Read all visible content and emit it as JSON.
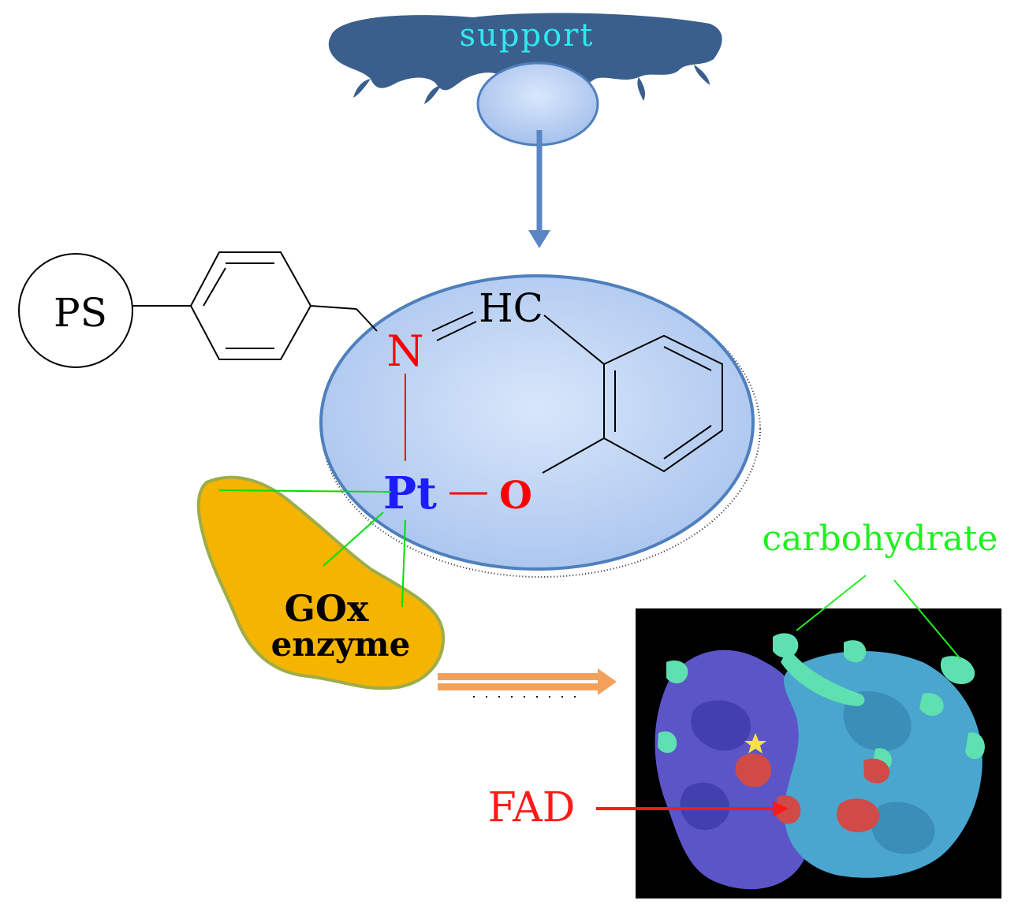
{
  "labels": {
    "support": "support",
    "ps": "PS",
    "hc": "HC",
    "n": "N",
    "pt": "Pt",
    "o": "O",
    "gox_line1": "GOx",
    "gox_line2": "enzyme",
    "carbohydrate": "carbohydrate",
    "fad": "FAD"
  },
  "colors": {
    "support_cloud": "#3b5f8c",
    "support_text": "#2ee8f0",
    "ellipse_fill": "#b9d0f3",
    "ellipse_stroke": "#4f7fbd",
    "arrow_blue": "#5b86c4",
    "n_label": "#ff0000",
    "pt_label": "#1c1cff",
    "o_label": "#ff0000",
    "pt_n_bond": "#ff0000",
    "coordination_lines": "#00e000",
    "enzyme_fill": "#f4b400",
    "enzyme_stroke": "#9cad4a",
    "carbohydrate_text": "#22ee22",
    "fad_text": "#ff1a1a",
    "orange_arrow": "#f5a05a",
    "protein_bg": "#000000"
  },
  "icons": {
    "enzyme_structure": "glucose-oxidase-protein-structure-image"
  }
}
